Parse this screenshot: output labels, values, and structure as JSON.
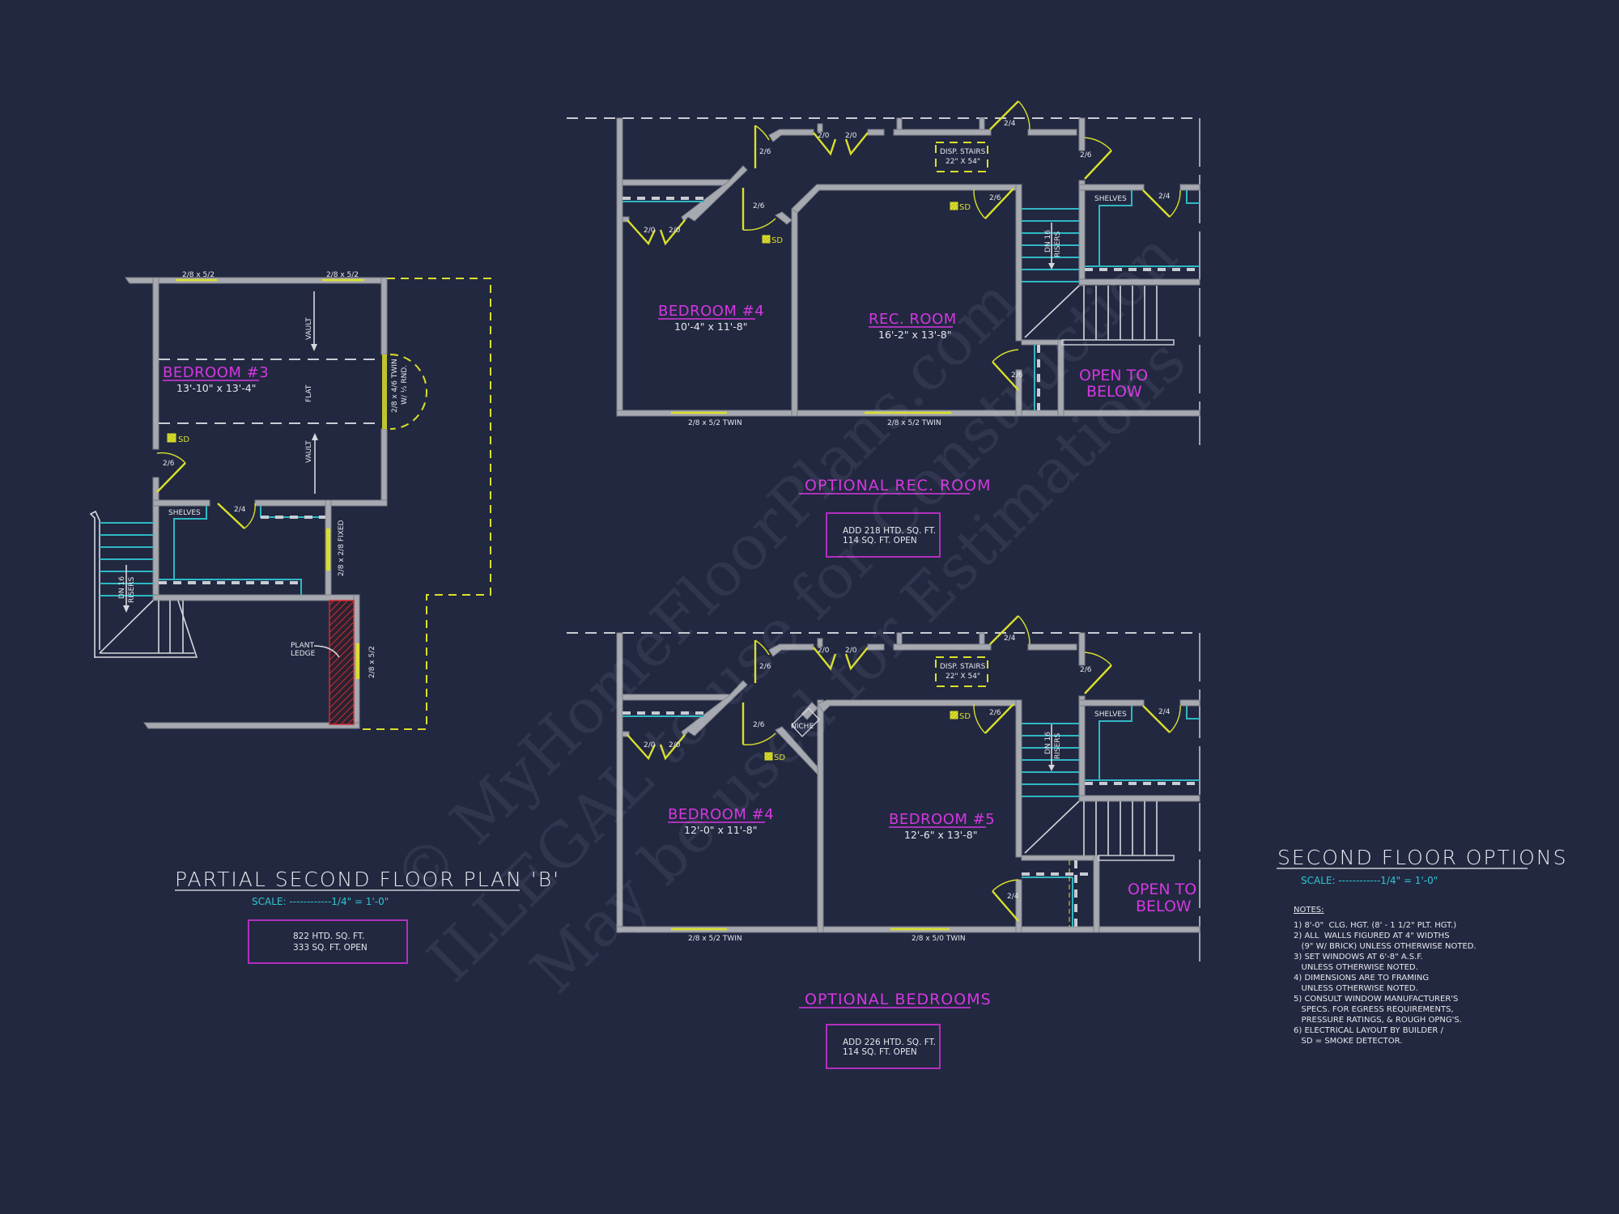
{
  "background_color": "#222840",
  "colors": {
    "wall": "#a7a9b0",
    "window_door": "#d9e02a",
    "room_label": "#d437e0",
    "scale_text": "#2fc6d2",
    "shelf_stair": "#2fb8c4",
    "plant_ledge": "#c0262f",
    "info_box_border": "#b22fbf"
  },
  "watermark": {
    "line1": "© MyHomeFloorPlans.com",
    "line2": "ILLEGAL to use for Construction",
    "line3": "May be used for Estimations"
  },
  "partial_plan": {
    "title": "PARTIAL SECOND FLOOR PLAN 'B'",
    "scale": "SCALE: ------------1/4\" = 1'-0\"",
    "info_box": {
      "line1": "822 HTD. SQ. FT.",
      "line2": "333 SQ. FT. OPEN"
    },
    "room": {
      "name": "BEDROOM #3",
      "dims": "13'-10\" x 13'-4\""
    },
    "labels": {
      "window_top_left": "2/8 x 5/2",
      "window_top_right": "2/8 x 5/2",
      "window_bay": "2/8 x 4/6 TWIN",
      "window_bay_2": "W/ ½ RND.",
      "window_fixed": "2/8 x 2/8 FIXED",
      "window_ledge": "2/8 x 5/2",
      "vault_top": "VAULT",
      "flat": "FLAT",
      "vault_bottom": "VAULT",
      "smoke_detector": "SD",
      "door_bedroom": "2/6",
      "door_closet": "2/4",
      "shelves": "SHELVES",
      "stairs_dn": "DN 16",
      "stairs_risers": "RISERS",
      "plant_ledge_1": "PLANT",
      "plant_ledge_2": "LEDGE"
    }
  },
  "option_rec_room": {
    "title": "OPTIONAL REC. ROOM",
    "info_box": {
      "line1": "ADD 218 HTD. SQ. FT.",
      "line2": "114 SQ. FT. OPEN"
    },
    "rooms": [
      {
        "name": "BEDROOM #4",
        "dims": "10'-4\" x 11'-8\""
      },
      {
        "name": "REC. ROOM",
        "dims": "16'-2\" x 13'-8\""
      }
    ],
    "open_to_below": {
      "line1": "OPEN TO",
      "line2": "BELOW"
    },
    "labels": {
      "disp_stairs_1": "DISP. STAIRS",
      "disp_stairs_2": "22\" X 54\"",
      "door_2_6": "2/6",
      "door_2_0": "2/0",
      "door_2_4": "2/4",
      "shelves": "SHELVES",
      "sd": "SD",
      "stairs_dn": "DN 16",
      "stairs_risers": "RISERS",
      "window_1": "2/8 x 5/2 TWIN",
      "window_2": "2/8 x 5/2 TWIN"
    }
  },
  "option_bedrooms": {
    "title": "OPTIONAL BEDROOMS",
    "info_box": {
      "line1": "ADD 226 HTD. SQ. FT.",
      "line2": "114 SQ. FT. OPEN"
    },
    "rooms": [
      {
        "name": "BEDROOM #4",
        "dims": "12'-0\" x 11'-8\""
      },
      {
        "name": "BEDROOM #5",
        "dims": "12'-6\" x 13'-8\""
      }
    ],
    "open_to_below": {
      "line1": "OPEN TO",
      "line2": "BELOW"
    },
    "labels": {
      "disp_stairs_1": "DISP. STAIRS",
      "disp_stairs_2": "22\" X 54\"",
      "door_2_6": "2/6",
      "door_2_0": "2/0",
      "door_2_4": "2/4",
      "niche": "NICHE",
      "shelves": "SHELVES",
      "sd": "SD",
      "stairs_dn": "DN 16",
      "stairs_risers": "RISERS",
      "window_1": "2/8 x 5/2 TWIN",
      "window_2": "2/8 x 5/0 TWIN"
    }
  },
  "options_block": {
    "title": "SECOND FLOOR OPTIONS",
    "scale": "SCALE: ------------1/4\" = 1'-0\"",
    "notes_heading": "NOTES:",
    "notes": [
      "1) 8'-0\"  CLG. HGT. (8' - 1 1/2\" PLT. HGT.)",
      "2) ALL  WALLS FIGURED AT 4\" WIDTHS",
      "   (9\" W/ BRICK) UNLESS OTHERWISE NOTED.",
      "3) SET WINDOWS AT 6'-8\" A.S.F.",
      "   UNLESS OTHERWISE NOTED.",
      "4) DIMENSIONS ARE TO FRAMING",
      "   UNLESS OTHERWISE NOTED.",
      "5) CONSULT WINDOW MANUFACTURER'S",
      "   SPECS. FOR EGRESS REQUIREMENTS,",
      "   PRESSURE RATINGS, & ROUGH OPNG'S.",
      "6) ELECTRICAL LAYOUT BY BUILDER /",
      "   SD = SMOKE DETECTOR."
    ]
  }
}
